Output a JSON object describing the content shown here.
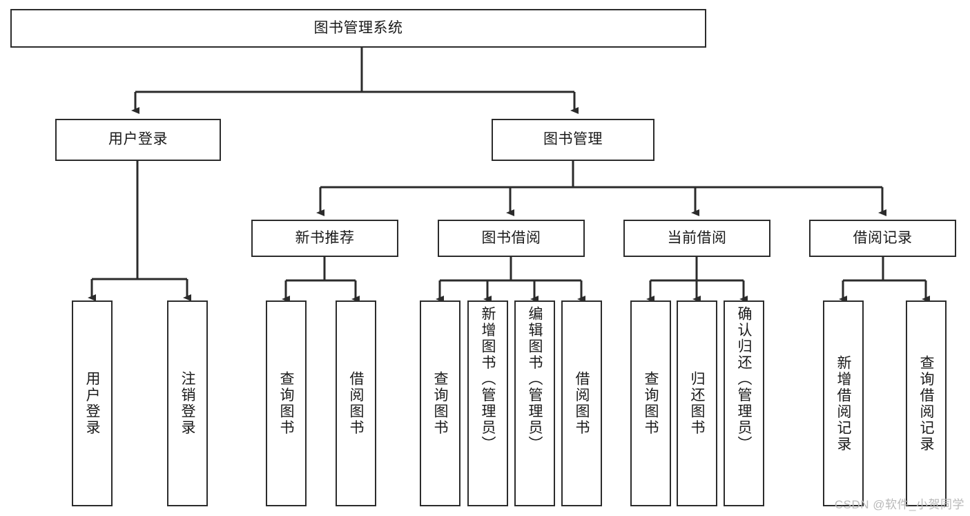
{
  "diagram": {
    "title": "图书管理系统",
    "type": "tree",
    "watermark": "CSDN @软件_小贺同学",
    "root": {
      "label": "图书管理系统"
    },
    "level1": [
      {
        "label": "用户登录"
      },
      {
        "label": "图书管理"
      }
    ],
    "level2": [
      {
        "label": "新书推荐"
      },
      {
        "label": "图书借阅"
      },
      {
        "label": "当前借阅"
      },
      {
        "label": "借阅记录"
      }
    ],
    "leaves": {
      "user_login": [
        {
          "label": "用户登录"
        },
        {
          "label": "注销登录"
        }
      ],
      "new_book": [
        {
          "label": "查询图书"
        },
        {
          "label": "借阅图书"
        }
      ],
      "book_borrow": [
        {
          "label": "查询图书"
        },
        {
          "label": "新增图书（管理员）"
        },
        {
          "label": "编辑图书（管理员）"
        },
        {
          "label": "借阅图书"
        }
      ],
      "current_borrow": [
        {
          "label": "查询图书"
        },
        {
          "label": "归还图书"
        },
        {
          "label": "确认归还（管理员）"
        }
      ],
      "borrow_record": [
        {
          "label": "新增借阅记录"
        },
        {
          "label": "查询借阅记录"
        }
      ]
    },
    "colors": {
      "stroke": "#2b2b2b",
      "fill": "#ffffff",
      "text": "#1a1a1a",
      "watermark": "#b9b9b9"
    }
  }
}
